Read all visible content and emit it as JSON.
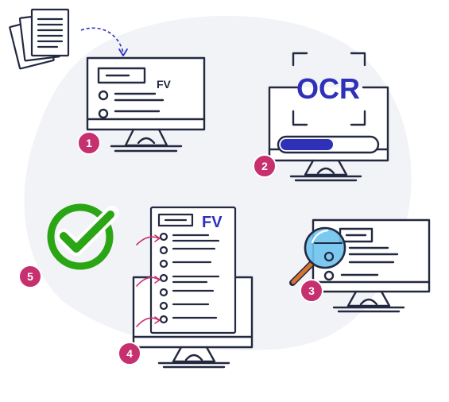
{
  "colors": {
    "ink": "#232940",
    "accent_blue": "#2e31b8",
    "badge": "#c7306f",
    "check": "#2aa514",
    "background_blob": "#f2f3f7",
    "magnifier_glass": "#6ec3ee",
    "magnifier_handle": "#d9732b"
  },
  "steps": [
    {
      "number": "1",
      "label": "FV",
      "icon": "desktop-monitor-icon"
    },
    {
      "number": "2",
      "label": "OCR",
      "icon": "ocr-scan-monitor-icon"
    },
    {
      "number": "3",
      "label": "",
      "icon": "magnifier-icon"
    },
    {
      "number": "4",
      "label": "FV",
      "icon": "invoice-document-icon"
    },
    {
      "number": "5",
      "label": "",
      "icon": "check-circle-icon"
    }
  ],
  "ocr_progress": 0.55
}
